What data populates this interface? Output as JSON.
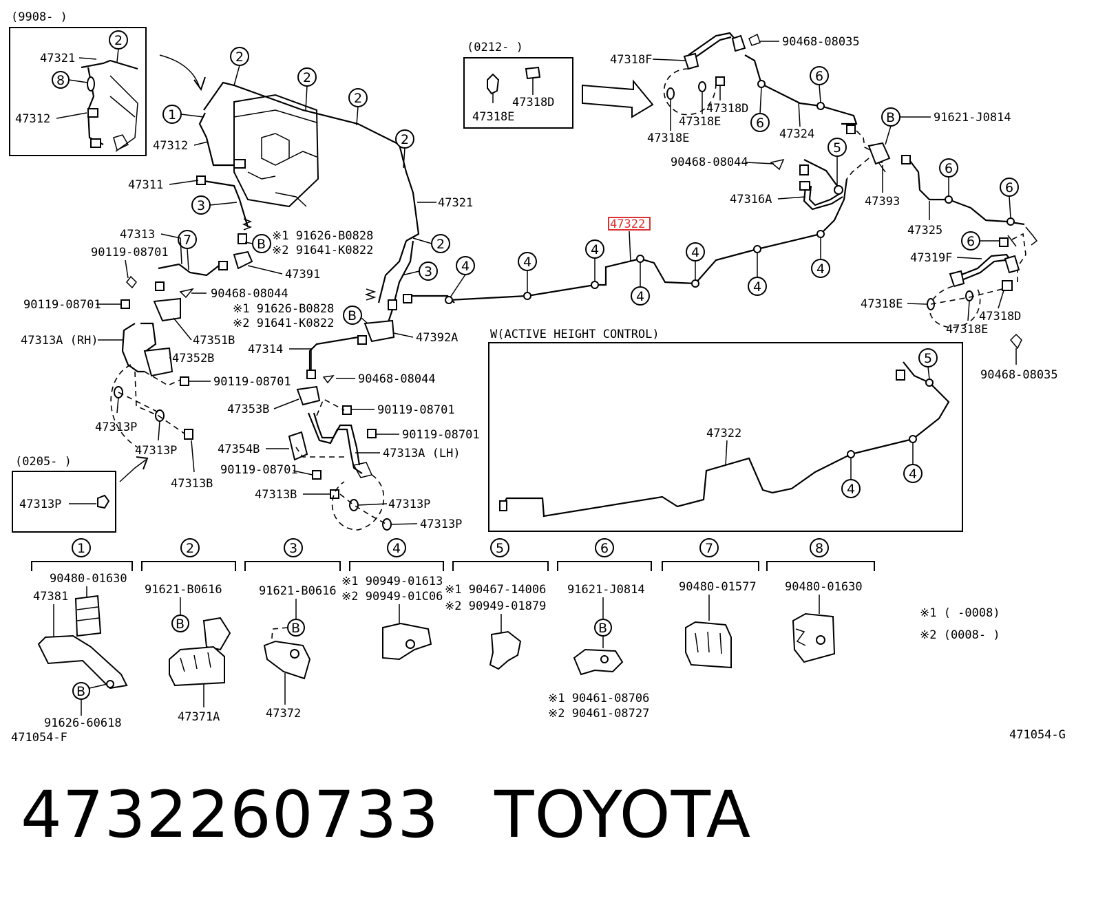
{
  "footer": {
    "part_number": "4732260733",
    "brand": "TOYOTA"
  },
  "diagram": {
    "highlight_color": "#e03030",
    "insets": {
      "inset_9908": "(9908-      )",
      "inset_0212": "(0212-      )",
      "inset_0205": "(0205-      )",
      "active_height": "W(ACTIVE HEIGHT CONTROL)"
    },
    "labels": {
      "p47321_inset": "47321",
      "p47312_inset": "47312",
      "p47312": "47312",
      "p47311": "47311",
      "p47313": "47313",
      "p90119_1": "90119-08701",
      "p90119_2": "90119-08701",
      "p47313A_RH": "47313A (RH)",
      "p47352B": "47352B",
      "p90119_3": "90119-08701",
      "p47313P_1": "47313P",
      "p47313P_2": "47313P",
      "p47313B_1": "47313B",
      "p47313P_inset": "47313P",
      "p47321": "47321",
      "note1_91626": "※1 91626-B0828",
      "note2_91641": "※2 91641-K0822",
      "p47391": "47391",
      "p90468_1": "90468-08044",
      "p47351B": "47351B",
      "note1_91626b": "※1 91626-B0828",
      "note2_91641b": "※2 91641-K0822",
      "p47392A": "47392A",
      "p47314": "47314",
      "p90468_2": "90468-08044",
      "p47353B": "47353B",
      "p90119_4": "90119-08701",
      "p90119_5": "90119-08701",
      "p47354B": "47354B",
      "p47313A_LH": "47313A (LH)",
      "p90119_6": "90119-08701",
      "p47313B_2": "47313B",
      "p47313P_3": "47313P",
      "p47313P_4": "47313P",
      "p47318D_inset": "47318D",
      "p47318E_inset": "47318E",
      "p47318F_1": "47318F",
      "p90468_08035_1": "90468-08035",
      "p47318D_1": "47318D",
      "p47318E_1": "47318E",
      "p47318E_2": "47318E",
      "p47324": "47324",
      "p91621_J0814_1": "91621-J0814",
      "p90468_3": "90468-08044",
      "p47316A": "47316A",
      "p47393": "47393",
      "p47325": "47325",
      "p47322_highlight": "47322",
      "p47319F": "47319F",
      "p47318E_3": "47318E",
      "p47318D_2": "47318D",
      "p47318E_4": "47318E",
      "p90468_08035_2": "90468-08035",
      "p47322_active": "47322"
    },
    "legend": {
      "g1_part": "90480-01630",
      "g1_bracket": "47381",
      "g1_bolt": "91626-60618",
      "g1_code": "471054-F",
      "g2_bolt": "91621-B0616",
      "g2_part": "47371A",
      "g3_bolt": "91621-B0616",
      "g3_part": "47372",
      "g4_note1": "※1 90949-01613",
      "g4_note2": "※2 90949-01C06",
      "g5_note1": "※1 90467-14006",
      "g5_note2": "※2 90949-01879",
      "g6_bolt": "91621-J0814",
      "g6_note1": "※1 90461-08706",
      "g6_note2": "※2 90461-08727",
      "g7_part": "90480-01577",
      "g8_part": "90480-01630",
      "note_range1": "※1 (      -0008)",
      "note_range2": "※2 (0008-      )",
      "code_right": "471054-G"
    },
    "callouts": {
      "n1": "1",
      "n2": "2",
      "n3": "3",
      "n4": "4",
      "n5": "5",
      "n6": "6",
      "n7": "7",
      "n8": "8",
      "nB": "B"
    }
  }
}
